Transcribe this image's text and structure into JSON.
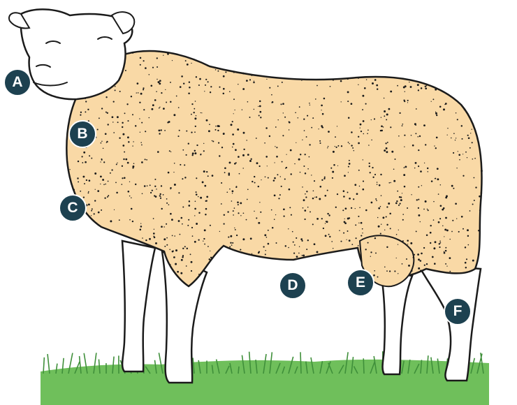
{
  "colors": {
    "fleece": "#f9d9a6",
    "face": "#ffffff",
    "outline": "#1b1b1b",
    "grass": "#6fbf5b",
    "grass_dark": "#3f8f3a",
    "marker_bg": "#1d4150",
    "marker_text": "#ffffff"
  },
  "labels": {
    "a": "A",
    "b": "B",
    "c": "C",
    "d": "D",
    "e": "E",
    "f": "F"
  }
}
